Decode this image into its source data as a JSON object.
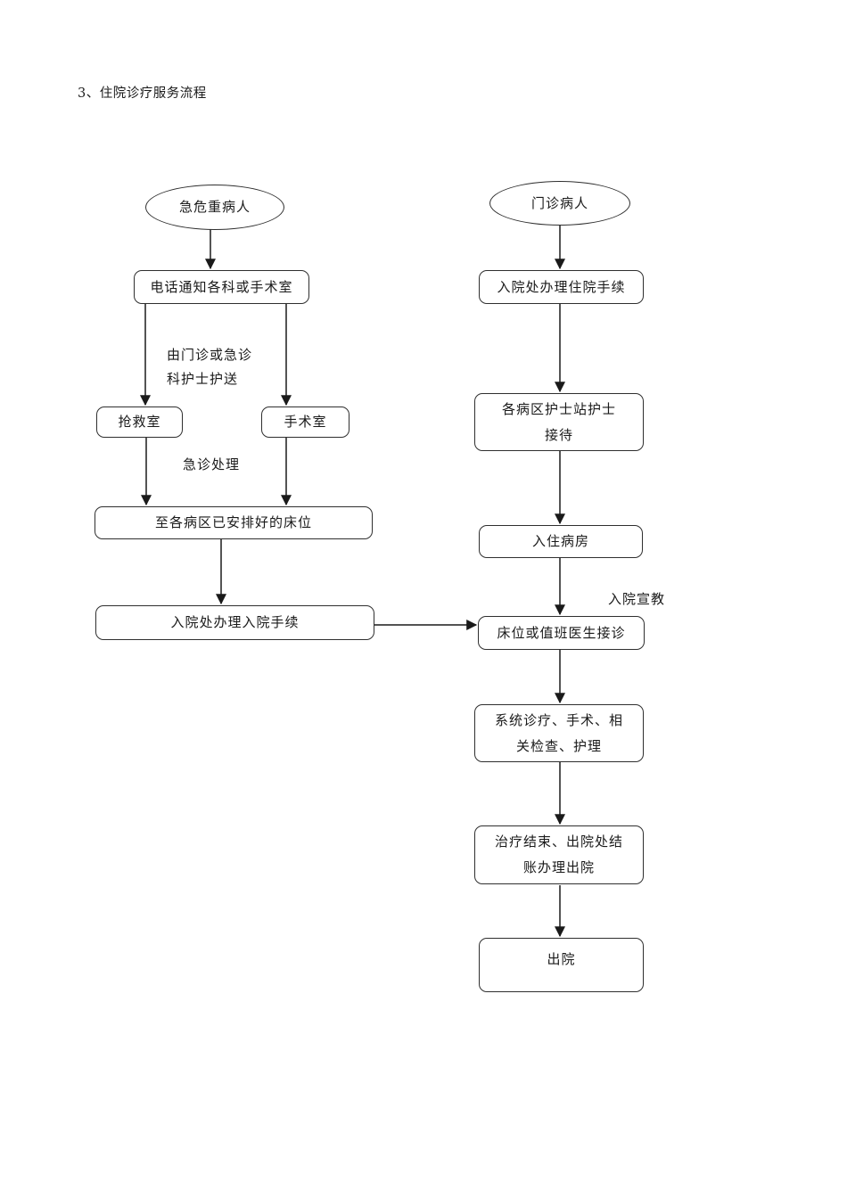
{
  "title": "3、住院诊疗服务流程",
  "left_branch": {
    "start_label": "急危重病人",
    "notify_label": "电话通知各科或手术室",
    "escort_note": {
      "line1": "由门诊或急诊",
      "line2": "科护士护送"
    },
    "rescue_room_label": "抢救室",
    "operating_room_label": "手术室",
    "emergency_note": "急诊处理",
    "arranged_bed_label": "至各病区已安排好的床位",
    "admission_label": "入院处办理入院手续"
  },
  "right_branch": {
    "start_label": "门诊病人",
    "admission_office_label": "入院处办理住院手续",
    "ward_nurse_label": {
      "line1": "各病区护士站护士",
      "line2": "接待"
    },
    "check_in_label": "入住病房",
    "admission_education_note": "入院宣教",
    "doctor_reception_label": "床位或值班医生接诊",
    "treatment_label": {
      "line1": "系统诊疗、手术、相",
      "line2": "关检查、护理"
    },
    "settlement_label": {
      "line1": "治疗结束、出院处结",
      "line2": "账办理出院"
    },
    "discharge_label": "出院"
  }
}
